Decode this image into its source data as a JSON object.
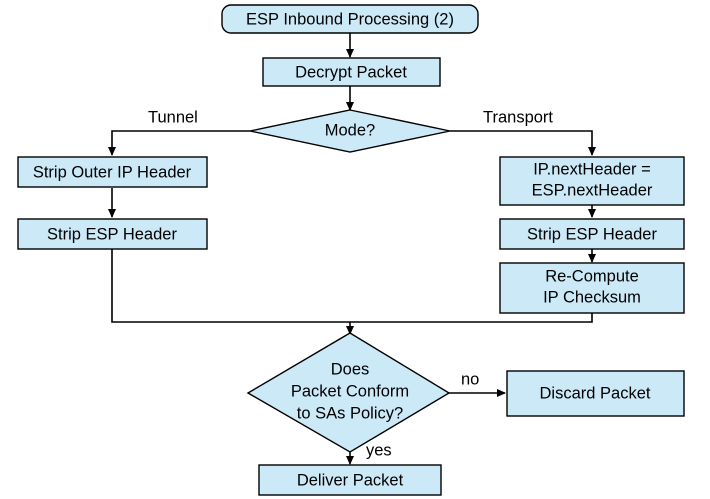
{
  "diagram": {
    "title": "ESP Inbound Processing (2)",
    "colors": {
      "node_fill": "#cce9f8",
      "node_stroke": "#000000",
      "background": "#ffffff",
      "text": "#000000"
    },
    "nodes": {
      "start": {
        "label": "ESP Inbound Processing (2)",
        "shape": "terminator"
      },
      "decrypt": {
        "label": "Decrypt Packet",
        "shape": "process"
      },
      "mode": {
        "label": "Mode?",
        "shape": "decision"
      },
      "strip_outer_ip": {
        "label": "Strip Outer IP Header",
        "shape": "process"
      },
      "strip_esp_left": {
        "label": "Strip ESP Header",
        "shape": "process"
      },
      "next_header": {
        "label_line1": "IP.nextHeader =",
        "label_line2": "ESP.nextHeader",
        "shape": "process"
      },
      "strip_esp_right": {
        "label": "Strip ESP Header",
        "shape": "process"
      },
      "recompute": {
        "label_line1": "Re-Compute",
        "label_line2": "IP Checksum",
        "shape": "process"
      },
      "conform": {
        "label_line1": "Does",
        "label_line2": "Packet Conform",
        "label_line3": "to SAs Policy?",
        "shape": "decision"
      },
      "discard": {
        "label": "Discard Packet",
        "shape": "process"
      },
      "deliver": {
        "label": "Deliver Packet",
        "shape": "process"
      }
    },
    "edge_labels": {
      "tunnel": "Tunnel",
      "transport": "Transport",
      "no": "no",
      "yes": "yes"
    }
  }
}
